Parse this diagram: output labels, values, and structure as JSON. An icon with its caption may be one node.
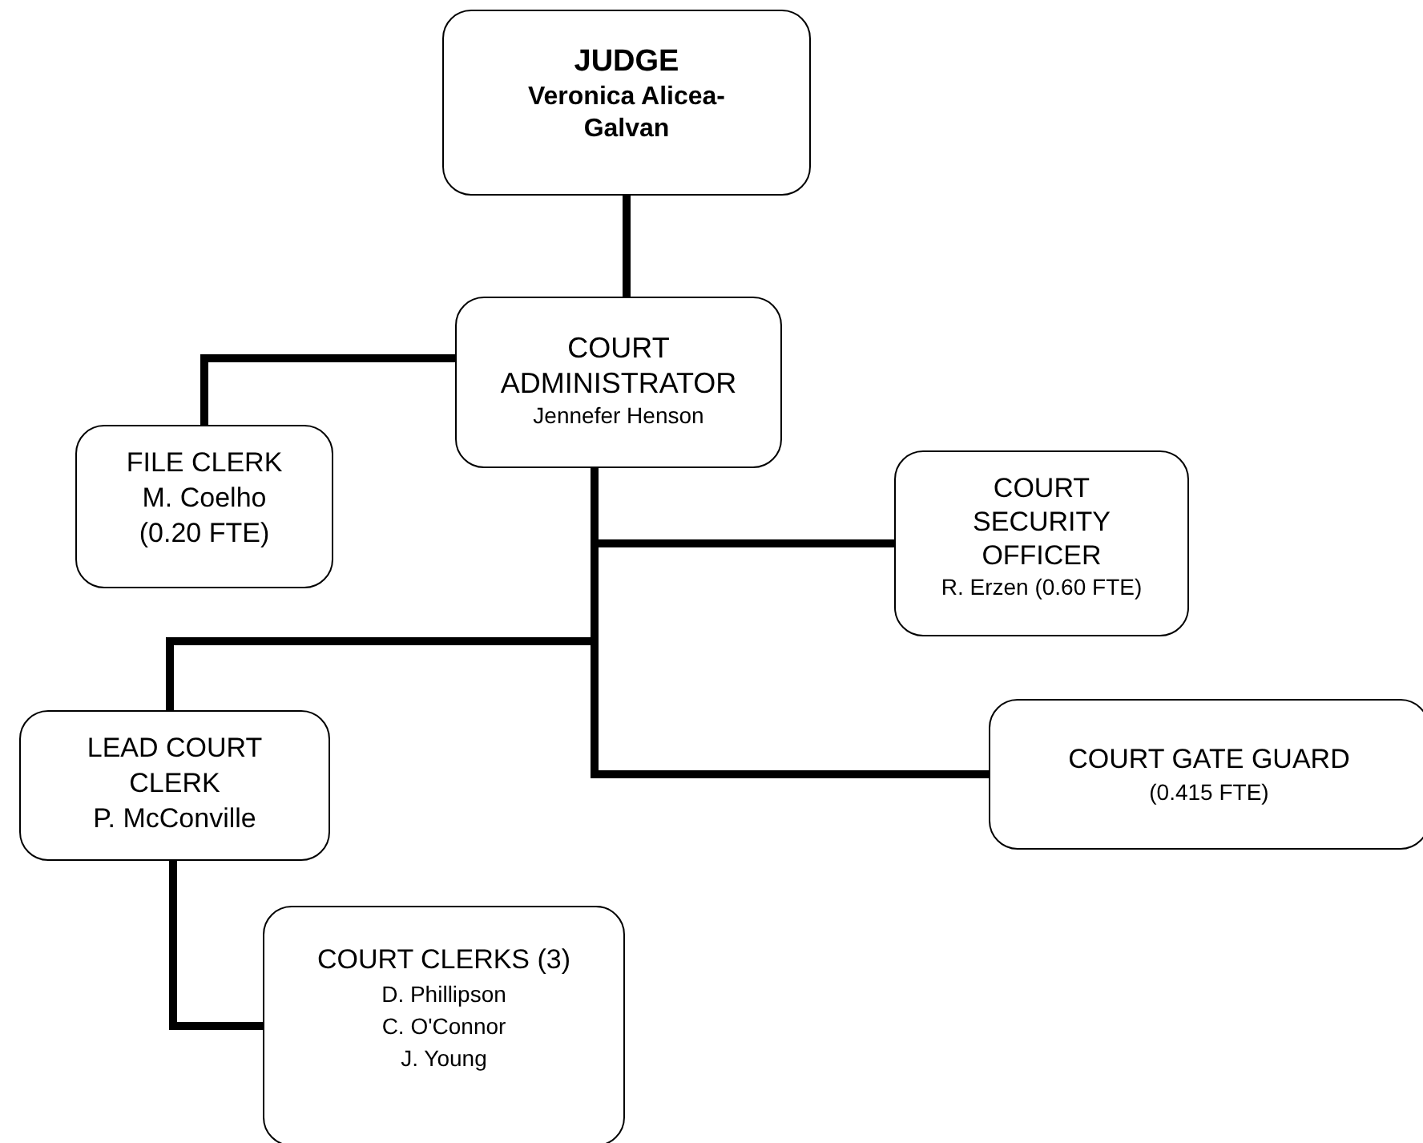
{
  "diagram": {
    "nodes": [
      {
        "text": [
          "JUDGE",
          "Veronica Alicea-Galvan"
        ]
      },
      {
        "text": [
          "COURT ADMINISTRATOR",
          "Jennefer Henson"
        ]
      },
      {
        "text": [
          "FILE CLERK",
          "M. Coelho",
          "(0.20 FTE)"
        ]
      },
      {
        "text": [
          "COURT SECURITY OFFICER",
          "R. Erzen (0.60 FTE)"
        ]
      },
      {
        "text": [
          "LEAD COURT CLERK",
          "P. McConville"
        ]
      },
      {
        "text": [
          "COURT GATE GUARD",
          "(0.415 FTE)"
        ]
      },
      {
        "text": [
          "COURT CLERKS (3)",
          "D. Phillipson",
          "C. O'Connor",
          "J. Young"
        ]
      }
    ],
    "edges": [
      {
        "from": 0,
        "to": 1,
        "arrow": "none"
      },
      {
        "from": 1,
        "to": 2,
        "arrow": "none"
      },
      {
        "from": 1,
        "to": 3,
        "arrow": "none"
      },
      {
        "from": 1,
        "to": 4,
        "arrow": "none"
      },
      {
        "from": 1,
        "to": 5,
        "arrow": "none"
      },
      {
        "from": 4,
        "to": 6,
        "arrow": "none"
      }
    ]
  }
}
